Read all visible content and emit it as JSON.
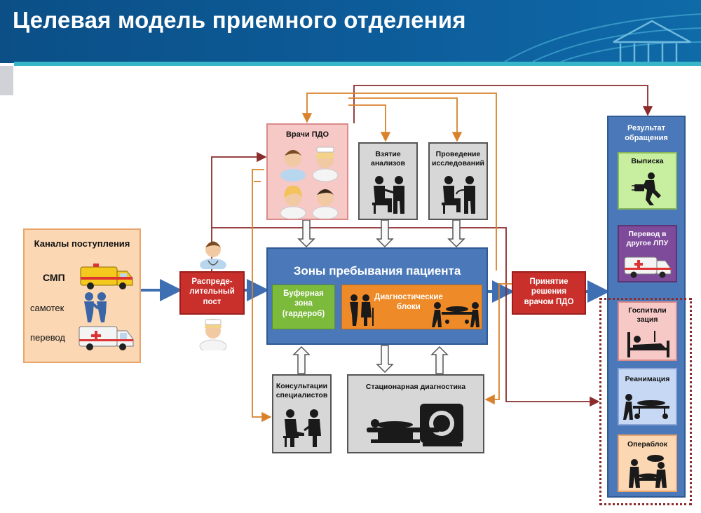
{
  "header": {
    "title": "Целевая модель приемного отделения"
  },
  "channels": {
    "title": "Каналы поступления",
    "items": [
      {
        "label": "СМП",
        "icon": "ambulance-yellow-icon"
      },
      {
        "label": "самотек",
        "icon": "walking-people-icon"
      },
      {
        "label": "перевод",
        "icon": "ambulance-white-icon"
      }
    ]
  },
  "distribution": {
    "label": "Распреде-\nлительный\nпост"
  },
  "doctors": {
    "title": "Врачи ПДО"
  },
  "analyses": {
    "title": "Взятие\nанализов"
  },
  "research": {
    "title": "Проведение\nисследований"
  },
  "zones": {
    "title": "Зоны пребывания пациента",
    "buffer": "Буферная\nзона\n(гардероб)",
    "diagnostic_blocks": "Диагностические\nблоки"
  },
  "consultations": {
    "title": "Консультации\nспециалистов"
  },
  "stationary": {
    "title": "Стационарная диагностика"
  },
  "decision": {
    "label": "Принятие\nрешения\nврачом ПДО"
  },
  "result": {
    "title": "Результат\nобращения",
    "items": [
      {
        "label": "Выписка"
      },
      {
        "label": "Перевод в\nдругое ЛПУ"
      },
      {
        "label": "Госпитали\nзация"
      },
      {
        "label": "Реанимация"
      },
      {
        "label": "Операблок"
      }
    ]
  },
  "colors": {
    "header_bg": "#0b4f86",
    "arrow_dark_red": "#8b2b2b",
    "arrow_orange": "#d9822b",
    "arrow_blue": "#3e6fb3",
    "zone_blue": "#4a78b8",
    "decision_red": "#c9302c"
  }
}
